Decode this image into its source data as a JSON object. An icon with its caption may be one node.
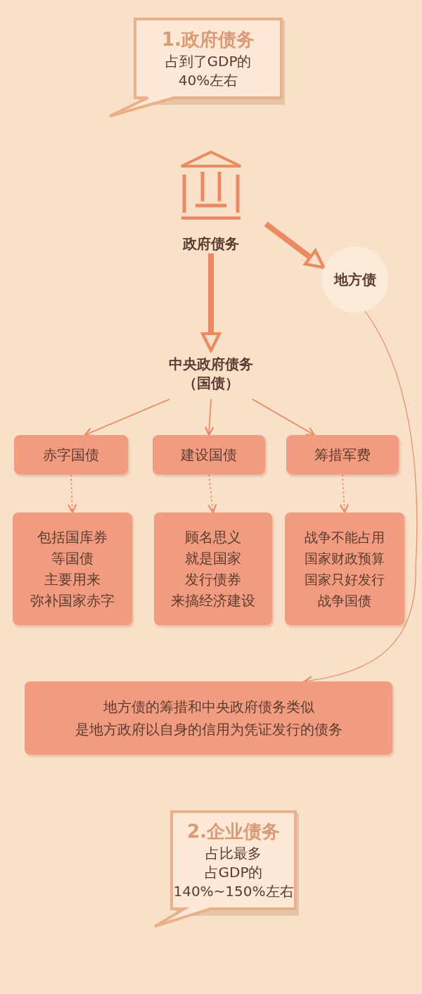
{
  "diagram": {
    "nodes": [
      {
        "text": [
          "1.政府债务",
          "占到了GDP的",
          "40%左右"
        ]
      },
      {
        "text": [
          "政府债务"
        ]
      },
      {
        "text": [
          "地方债"
        ]
      },
      {
        "text": [
          "中央政府债务",
          "（国债）"
        ]
      },
      {
        "text": [
          "赤字国债"
        ]
      },
      {
        "text": [
          "建设国债"
        ]
      },
      {
        "text": [
          "筹措军费"
        ]
      },
      {
        "text": [
          "包括国库券",
          "等国债",
          "主要用来",
          "弥补国家赤字"
        ]
      },
      {
        "text": [
          "顾名思义",
          "就是国家",
          "发行债券",
          "来搞经济建设"
        ]
      },
      {
        "text": [
          "战争不能占用",
          "国家财政预算",
          "国家只好发行",
          "战争国债"
        ]
      },
      {
        "text": [
          "地方债的筹措和中央政府债务类似",
          "是地方政府以自身的信用为凭证发行的债务"
        ]
      },
      {
        "text": [
          "2.企业债务",
          "占比最多",
          "占GDP的",
          "140%~150%左右"
        ]
      }
    ],
    "edges": [
      {
        "from": 1,
        "to": 2,
        "arrow": "to",
        "style": "thick"
      },
      {
        "from": 1,
        "to": 3,
        "arrow": "to",
        "style": "thick"
      },
      {
        "from": 3,
        "to": 4,
        "arrow": "to"
      },
      {
        "from": 3,
        "to": 5,
        "arrow": "to"
      },
      {
        "from": 3,
        "to": 6,
        "arrow": "to"
      },
      {
        "from": 4,
        "to": 7,
        "arrow": "to",
        "style": "dashed"
      },
      {
        "from": 5,
        "to": 8,
        "arrow": "to",
        "style": "dashed"
      },
      {
        "from": 6,
        "to": 9,
        "arrow": "to",
        "style": "dashed"
      },
      {
        "from": 2,
        "to": 10,
        "arrow": "to"
      }
    ]
  }
}
